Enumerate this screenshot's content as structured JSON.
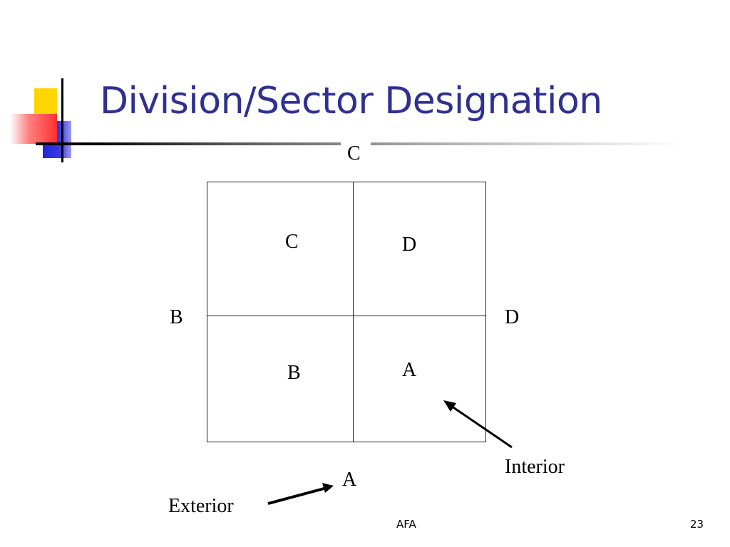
{
  "slide": {
    "title": "Division/Sector Designation",
    "footer_center": "AFA",
    "page_number": "23"
  },
  "diagram": {
    "outer_labels": {
      "top": "C",
      "left": "B",
      "right": "D",
      "bottom": "A"
    },
    "quadrants": {
      "top_left": "C",
      "top_right": "D",
      "bottom_left": "B",
      "bottom_right": "A"
    },
    "callouts": {
      "interior": "Interior",
      "exterior": "Exterior"
    }
  }
}
